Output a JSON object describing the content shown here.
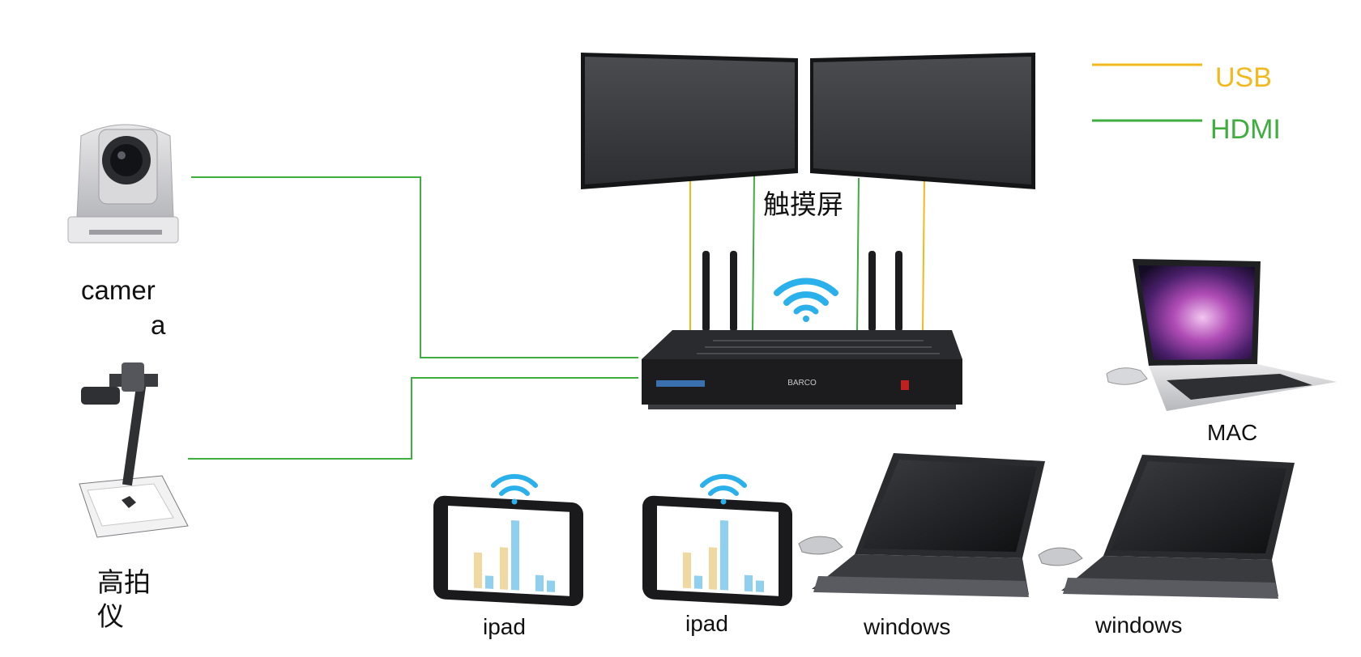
{
  "colors": {
    "usb": "#f2b91e",
    "hdmi": "#3fae3f",
    "wifi": "#2ab0ea",
    "device_dark": "#1c1c1e",
    "screen_dark": "#3b3d40"
  },
  "legend": {
    "usb_label": "USB",
    "hdmi_label": "HDMI"
  },
  "touchscreen": {
    "label": "触摸屏"
  },
  "camera": {
    "label_line1": "camer",
    "label_line2": "a"
  },
  "document_camera": {
    "label_line1": "高拍",
    "label_line2": "仪"
  },
  "base_unit": {
    "brand": "BARCO"
  },
  "mac": {
    "label": "MAC"
  },
  "clients": [
    {
      "label": "ipad"
    },
    {
      "label": "ipad"
    },
    {
      "label": "windows"
    },
    {
      "label": "windows"
    }
  ]
}
